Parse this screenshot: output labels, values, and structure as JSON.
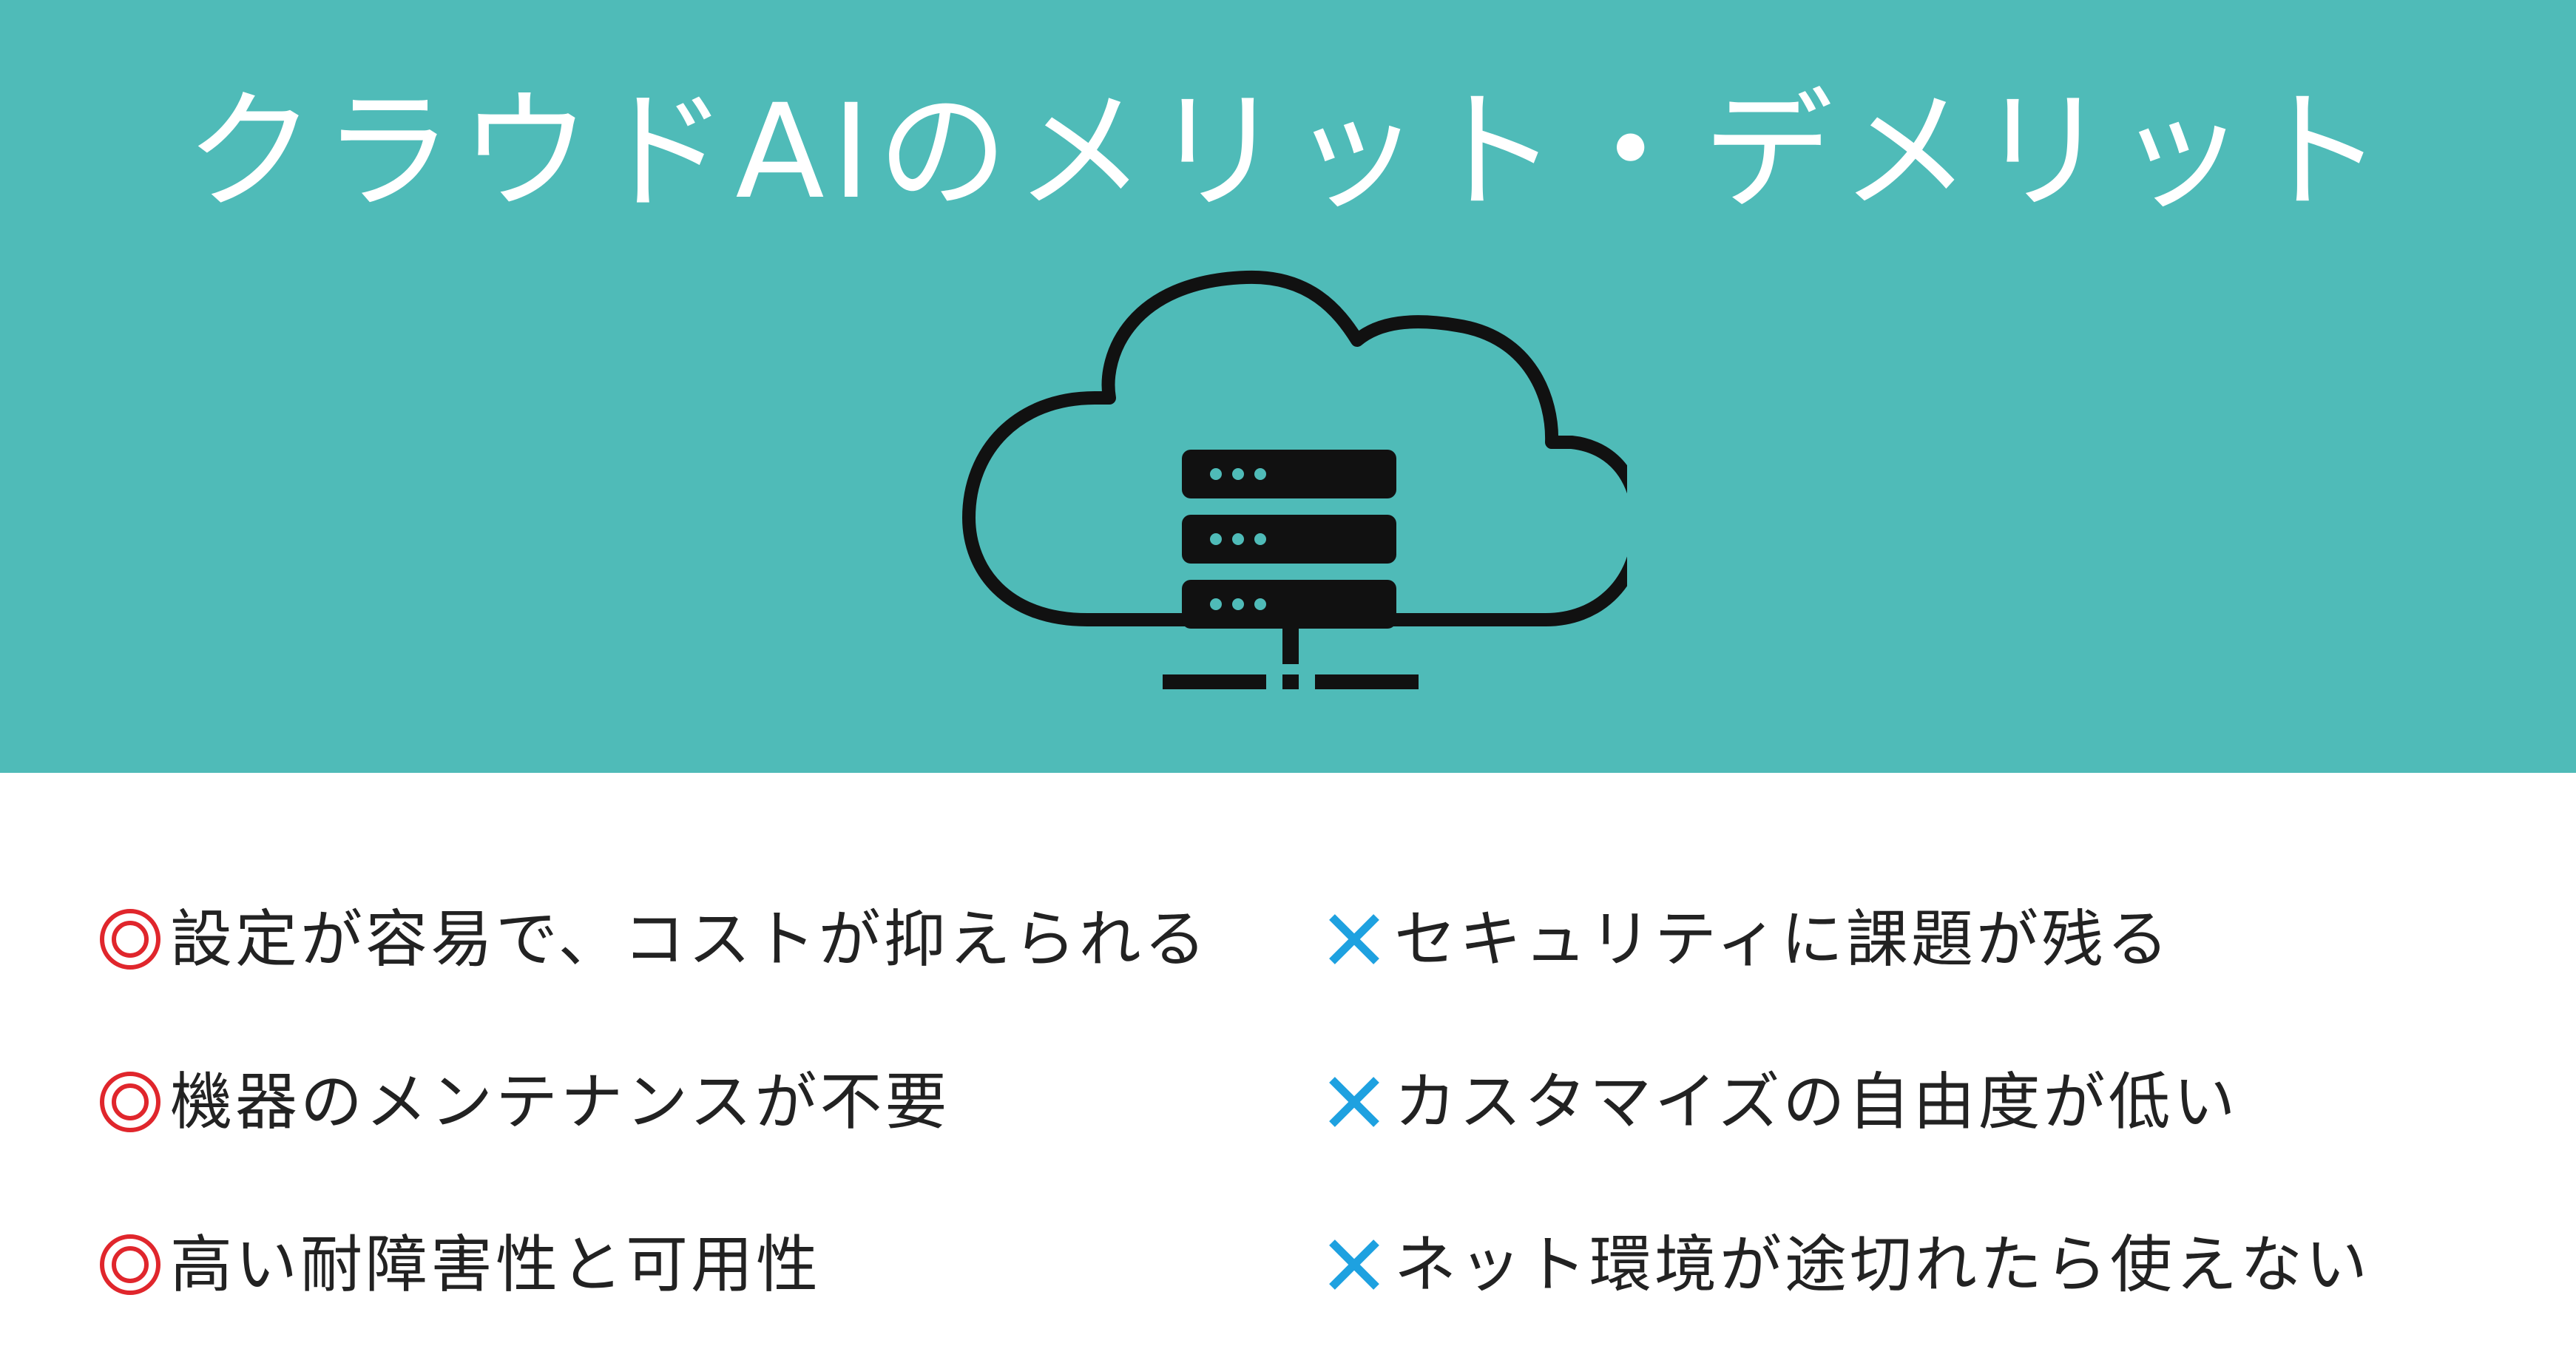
{
  "title": "クラウドAIのメリット・デメリット",
  "colors": {
    "header_bg": "#4fbbb8",
    "title_text": "#ffffff",
    "icon_stroke": "#111111",
    "merit_mark": "#e0262c",
    "demerit_mark": "#1ea1e0",
    "body_text": "#222222"
  },
  "illustration": {
    "icon": "cloud-server-icon"
  },
  "merits": {
    "mark_icon": "double-circle-icon",
    "items": [
      "設定が容易で、コストが抑えられる",
      "機器のメンテナンスが不要",
      "高い耐障害性と可用性"
    ]
  },
  "demerits": {
    "mark_icon": "cross-icon",
    "items": [
      "セキュリティに課題が残る",
      "カスタマイズの自由度が低い",
      "ネット環境が途切れたら使えない"
    ]
  }
}
